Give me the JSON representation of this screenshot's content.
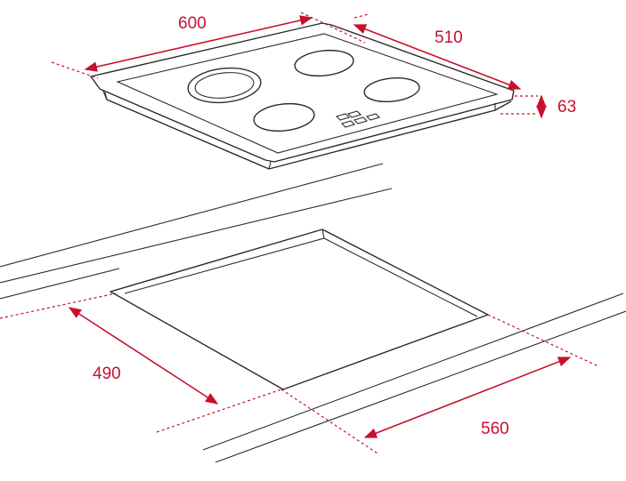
{
  "dimensions": {
    "hob_width": "600",
    "hob_depth": "510",
    "hob_height": "63",
    "cutout_depth": "490",
    "cutout_width": "560"
  },
  "colors": {
    "line": "#2b2b2b",
    "dimension": "#c8102e"
  }
}
